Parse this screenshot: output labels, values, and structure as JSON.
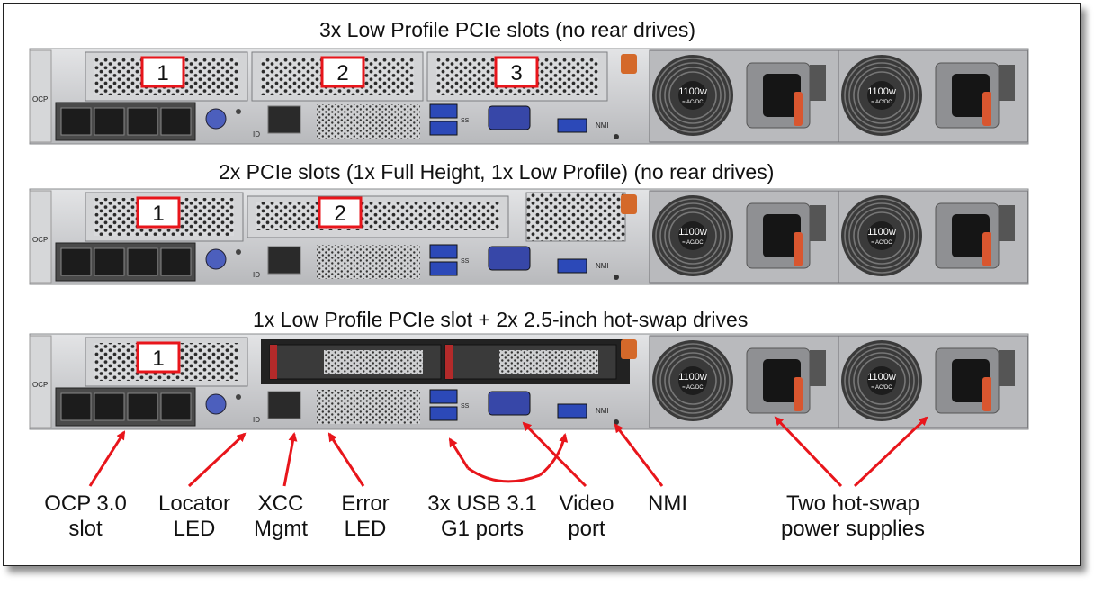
{
  "configs": [
    {
      "title": "3x Low Profile PCIe slots (no rear drives)",
      "slots": [
        "1",
        "2",
        "3"
      ]
    },
    {
      "title": "2x PCIe slots (1x Full Height, 1x Low Profile) (no rear drives)",
      "slots": [
        "1",
        "2"
      ]
    },
    {
      "title": "1x Low Profile PCIe slot + 2x 2.5-inch hot-swap drives",
      "slots": [
        "1"
      ]
    }
  ],
  "psu": {
    "rating": "1100w",
    "type": "AC/DC"
  },
  "port_markings": {
    "ocp": "OCP",
    "id": "ID",
    "nmi": "NMI",
    "ss": "SS"
  },
  "callouts": {
    "ocp": [
      "OCP 3.0",
      "slot"
    ],
    "locator": [
      "Locator",
      "LED"
    ],
    "xcc": [
      "XCC",
      "Mgmt"
    ],
    "error": [
      "Error",
      "LED"
    ],
    "usb": [
      "3x USB 3.1",
      "G1 ports"
    ],
    "video": [
      "Video",
      "port"
    ],
    "nmi": [
      "NMI"
    ],
    "psu": [
      "Two hot-swap",
      "power supplies"
    ]
  },
  "colors": {
    "arrow": "#e8151b",
    "slot_box": "#e8151b",
    "chassis": "#c9cacc",
    "orange_tab": "#d4692a"
  }
}
